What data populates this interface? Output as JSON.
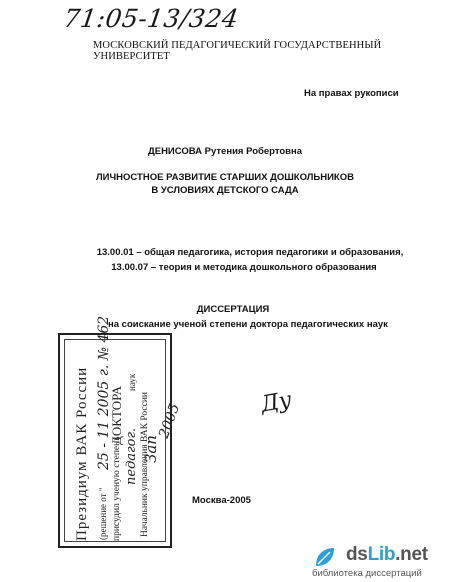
{
  "document": {
    "catalog_number": "71:05-13/324",
    "university": "МОСКОВСКИЙ ПЕДАГОГИЧЕСКИЙ ГОСУДАРСТВЕННЫЙ УНИВЕРСИТЕТ",
    "manuscript_note": "На правах рукописи",
    "author": "ДЕНИСОВА Рутения Робертовна",
    "title_lines": [
      "ЛИЧНОСТНОЕ РАЗВИТИЕ СТАРШИХ ДОШКОЛЬНИКОВ",
      "В УСЛОВИЯХ ДЕТСКОГО САДА"
    ],
    "specialties": [
      "13.00.01 – общая педагогика, история педагогики и образования,",
      "13.00.07 – теория и методика дошкольного образования"
    ],
    "doc_type": "ДИССЕРТАЦИЯ",
    "degree_line": "на соискание ученой степени доктора педагогических наук",
    "signature": "Ду",
    "city_year": "Москва-2005"
  },
  "stamp": {
    "line1": "Президиум ВАК России",
    "line2_prefix": "(решение от \"",
    "line2_hand": "25 - 11 2005 г. № 462",
    "line3": "присудил ученую степень",
    "line3_b": "ДОКТОРА",
    "line4_hand": "педагог.",
    "line4_b": "наук",
    "line5": "Начальник управления ВАК России",
    "line5_hand": "Зап",
    "year_hand": "2005"
  },
  "watermark": {
    "brand_ds": "ds",
    "brand_lib": "Lib",
    "brand_net": ".net",
    "subtitle": "библиотека диссертаций",
    "accent_color": "#2aa0d8"
  }
}
